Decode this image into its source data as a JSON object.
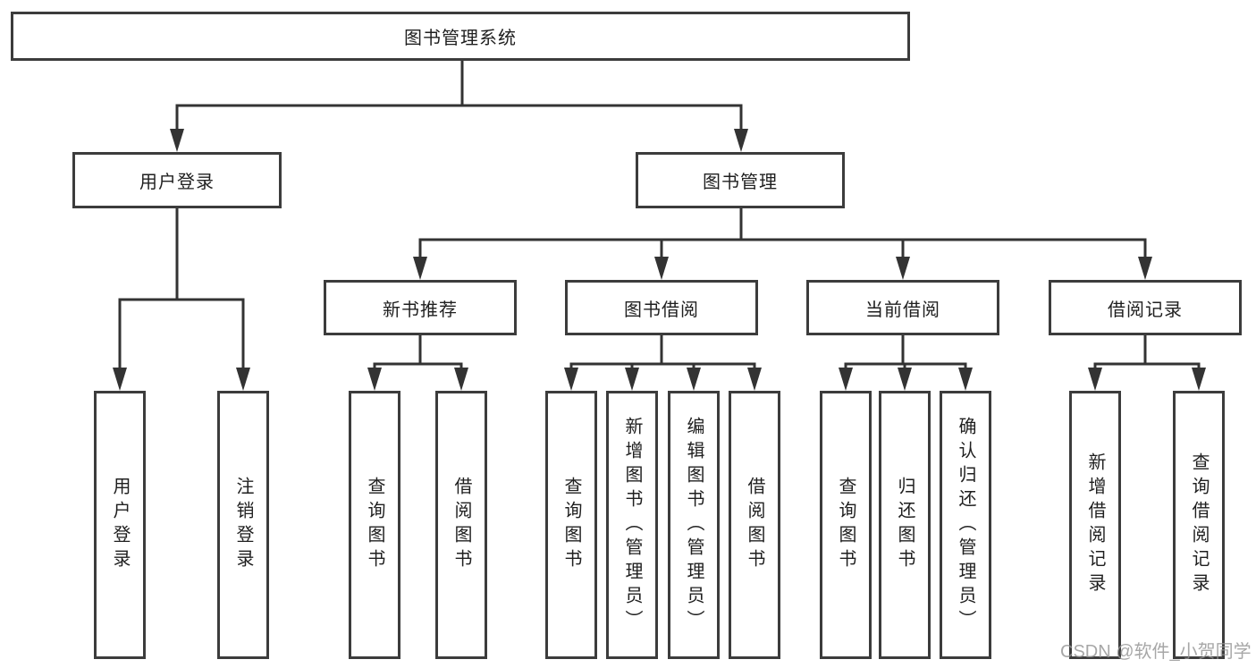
{
  "diagram": {
    "root": {
      "label": "图书管理系统"
    },
    "branches": [
      {
        "label": "用户登录",
        "leaves": [
          {
            "label": "用户登录"
          },
          {
            "label": "注销登录"
          }
        ]
      },
      {
        "label": "图书管理",
        "sections": [
          {
            "label": "新书推荐",
            "leaves": [
              {
                "label": "查询图书"
              },
              {
                "label": "借阅图书"
              }
            ]
          },
          {
            "label": "图书借阅",
            "leaves": [
              {
                "label": "查询图书"
              },
              {
                "label": "新增图书（管理员）"
              },
              {
                "label": "编辑图书（管理员）"
              },
              {
                "label": "借阅图书"
              }
            ]
          },
          {
            "label": "当前借阅",
            "leaves": [
              {
                "label": "查询图书"
              },
              {
                "label": "归还图书"
              },
              {
                "label": "确认归还（管理员）"
              }
            ]
          },
          {
            "label": "借阅记录",
            "leaves": [
              {
                "label": "新增借阅记录"
              },
              {
                "label": "查询借阅记录"
              }
            ]
          }
        ]
      }
    ]
  },
  "watermark": {
    "text": "CSDN @软件_小贺同学"
  },
  "colors": {
    "box_border": "#3c3c3c",
    "connector_line": "#333333",
    "text": "#1f1f1f",
    "watermark": "#949494",
    "background": "#ffffff"
  }
}
